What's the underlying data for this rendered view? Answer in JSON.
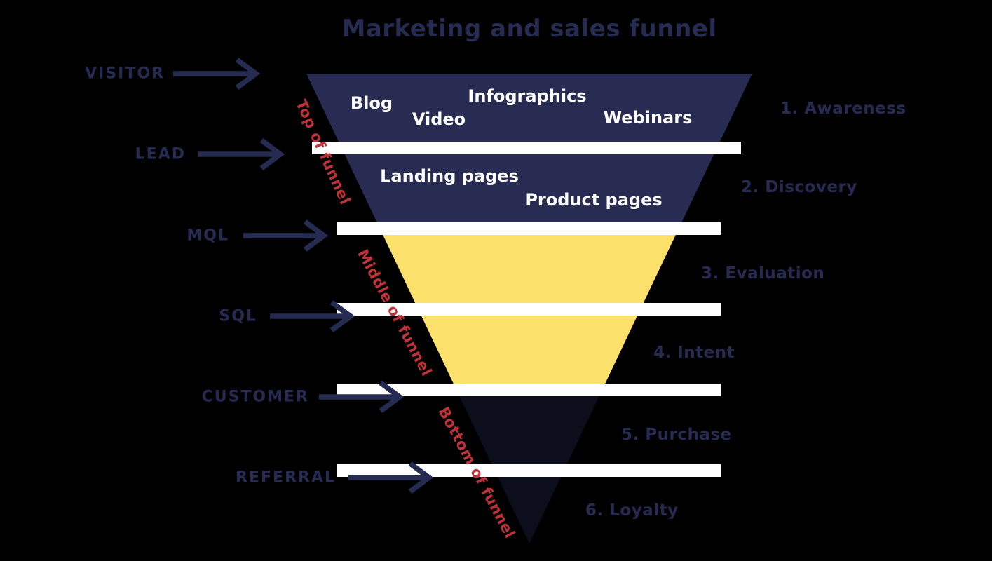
{
  "title": "Marketing and sales funnel",
  "colors": {
    "background": "#000000",
    "funnel_top": "#282c52",
    "funnel_middle": "#fbe06c",
    "funnel_bottom": "#0c0e1b",
    "separator": "#ffffff",
    "edge_label_red": "#c13238",
    "label_navy": "#262b52",
    "item_text": "#ffffff"
  },
  "left_labels": [
    "VISITOR",
    "LEAD",
    "MQL",
    "SQL",
    "CUSTOMER",
    "REFERRAL"
  ],
  "stages": [
    {
      "label": "1. Awareness",
      "items": [
        "Blog",
        "Video",
        "Infographics",
        "Webinars"
      ]
    },
    {
      "label": "2. Discovery",
      "items": [
        "Landing pages",
        "Product pages"
      ]
    },
    {
      "label": "3. Evaluation",
      "items": []
    },
    {
      "label": "4. Intent",
      "items": []
    },
    {
      "label": "5. Purchase",
      "items": []
    },
    {
      "label": "6. Loyalty",
      "items": []
    }
  ],
  "edge_labels": [
    "Top of funnel",
    "Middle of funnel",
    "Bottom of funnel"
  ]
}
